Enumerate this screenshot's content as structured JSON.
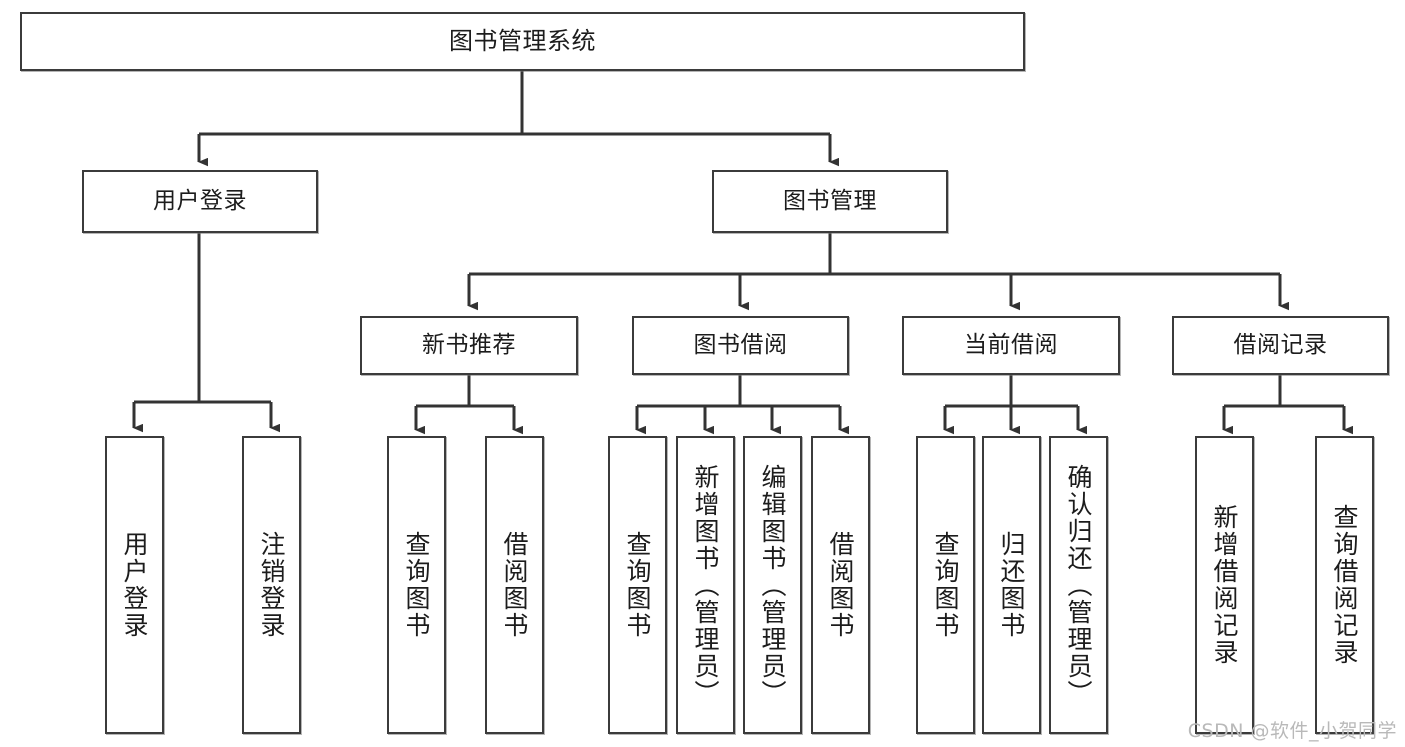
{
  "diagram": {
    "title": "图书管理系统",
    "type": "tree-hierarchy",
    "watermark": "CSDN @软件_小贺同学",
    "colors": {
      "stroke": "#3b3b3b",
      "fill": "#ffffff",
      "text": "#1c1c1c",
      "watermark": "#b9b9b9"
    },
    "nodes": {
      "root": {
        "label": "图书管理系统"
      },
      "level2": [
        {
          "id": "user-login",
          "label": "用户登录"
        },
        {
          "id": "book-manage",
          "label": "图书管理"
        }
      ],
      "level3": [
        {
          "id": "new-book-recommend",
          "label": "新书推荐"
        },
        {
          "id": "book-borrow",
          "label": "图书借阅"
        },
        {
          "id": "current-borrow",
          "label": "当前借阅"
        },
        {
          "id": "borrow-record",
          "label": "借阅记录"
        }
      ],
      "leaves": {
        "user-login": [
          {
            "id": "leaf-user-login",
            "label": "用户登录"
          },
          {
            "id": "leaf-logout-login",
            "label": "注销登录"
          }
        ],
        "new-book-recommend": [
          {
            "id": "leaf-query-book-1",
            "label": "查询图书"
          },
          {
            "id": "leaf-borrow-book-1",
            "label": "借阅图书"
          }
        ],
        "book-borrow": [
          {
            "id": "leaf-query-book-2",
            "label": "查询图书"
          },
          {
            "id": "leaf-add-book",
            "label": "新增图书（管理员）"
          },
          {
            "id": "leaf-edit-book",
            "label": "编辑图书（管理员）"
          },
          {
            "id": "leaf-borrow-book-2",
            "label": "借阅图书"
          }
        ],
        "current-borrow": [
          {
            "id": "leaf-query-book-3",
            "label": "查询图书"
          },
          {
            "id": "leaf-return-book",
            "label": "归还图书"
          },
          {
            "id": "leaf-confirm-return",
            "label": "确认归还（管理员）"
          }
        ],
        "borrow-record": [
          {
            "id": "leaf-add-record",
            "label": "新增借阅记录"
          },
          {
            "id": "leaf-query-record",
            "label": "查询借阅记录"
          }
        ]
      }
    }
  }
}
